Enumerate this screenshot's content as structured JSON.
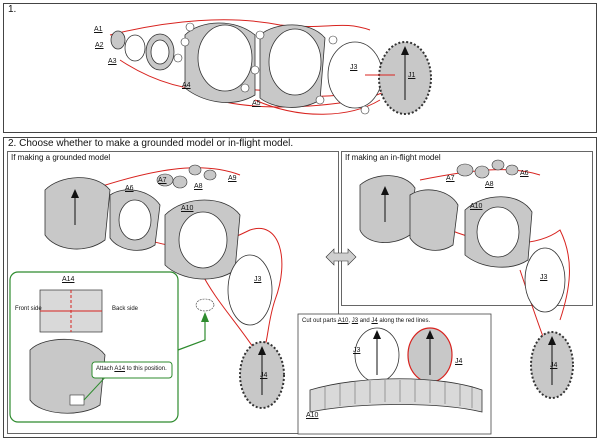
{
  "step1": {
    "number": "1."
  },
  "step2": {
    "title": "2. Choose whether to make a grounded model or in-flight model.",
    "grounded_heading": "If making a grounded model",
    "inflight_heading": "If making an in-flight model"
  },
  "inset_attach": {
    "part_label": "A14",
    "front_side": "Front side",
    "back_side": "Back side",
    "callout_prefix": "Attach ",
    "callout_part": "A14",
    "callout_suffix": " to this position."
  },
  "cutout_note": {
    "prefix": "Cut out parts ",
    "part1": "A10",
    "sep1": ", ",
    "part2": "J3",
    "sep2": " and ",
    "part3": "J4",
    "suffix": " along the red lines.",
    "label_j3": "J3",
    "label_j4": "J4",
    "label_a10": "A10"
  },
  "part_labels": {
    "a1": "A1",
    "a2": "A2",
    "a3": "A3",
    "a4": "A4",
    "a5": "A5",
    "a6": "A6",
    "a7": "A7",
    "a8": "A8",
    "a9": "A9",
    "a10": "A10",
    "j1": "J1",
    "j3": "J3",
    "j4": "J4"
  },
  "colors": {
    "guide_line": "#d8231f",
    "callout": "#2e8b2e",
    "paper": "#c8c8c8",
    "arrow": "#111111"
  }
}
